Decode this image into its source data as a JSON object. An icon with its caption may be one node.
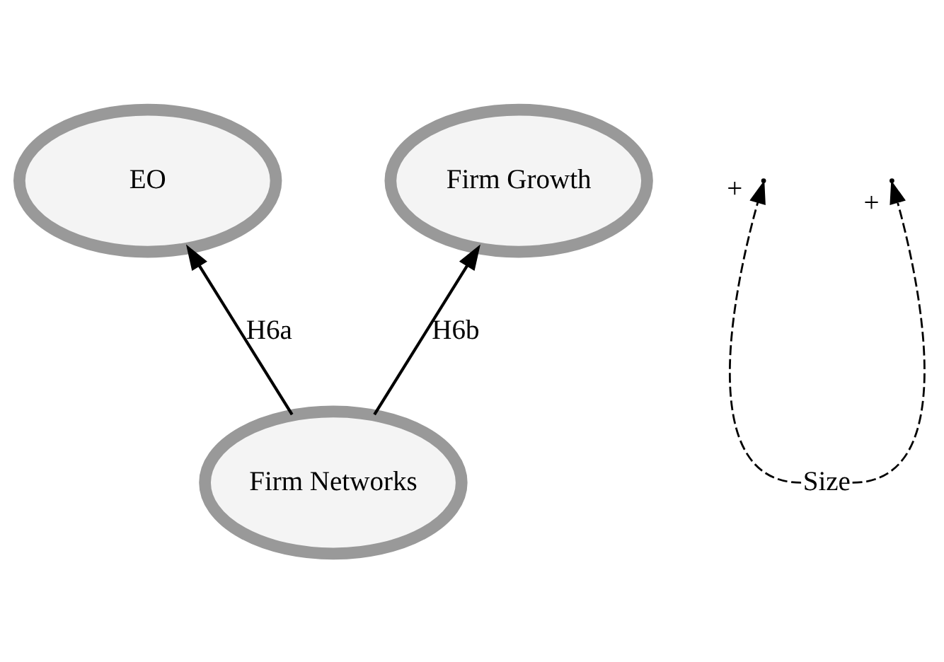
{
  "diagram": {
    "nodes": [
      {
        "text": [
          "EO"
        ]
      },
      {
        "text": [
          "Firm Growth"
        ]
      },
      {
        "text": [
          "Size"
        ]
      },
      {
        "text": [
          "Firm Networks"
        ]
      }
    ],
    "edges": [
      {
        "from": 3,
        "to": 0,
        "arrow": "to",
        "label": "H6a"
      },
      {
        "from": 3,
        "to": 1,
        "arrow": "to",
        "label": "H6b"
      },
      {
        "from": 2,
        "to": null,
        "arrow": "to",
        "style": "dashed",
        "label": "+"
      },
      {
        "from": 2,
        "to": null,
        "arrow": "to",
        "style": "dashed",
        "label": "+"
      }
    ]
  }
}
